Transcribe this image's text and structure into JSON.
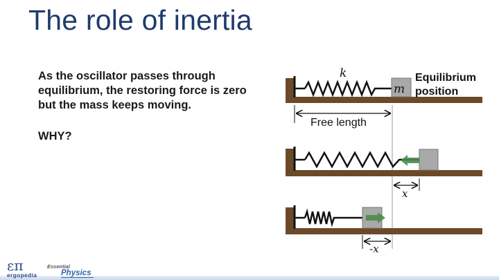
{
  "slide": {
    "title": "The role of inertia",
    "body": "As the oscillator passes through equilibrium, the restoring force is zero but the mass keeps moving.",
    "question": "WHY?"
  },
  "figure": {
    "spring_constant_label": "k",
    "mass_label": "m",
    "equilibrium_label_line1": "Equilibrium",
    "equilibrium_label_line2": "position",
    "free_length_label": "Free length",
    "displacement_label": "x",
    "negative_displacement_label": "-x",
    "colors": {
      "ground": "#6b4a2a",
      "mass": "#a9a9a9",
      "arrow": "#4a8a4a",
      "spring": "#111111"
    }
  },
  "footer": {
    "logo_symbol": "επ",
    "logo_name": "ergopedia",
    "series_small": "Essential",
    "series_large": "Physics"
  }
}
